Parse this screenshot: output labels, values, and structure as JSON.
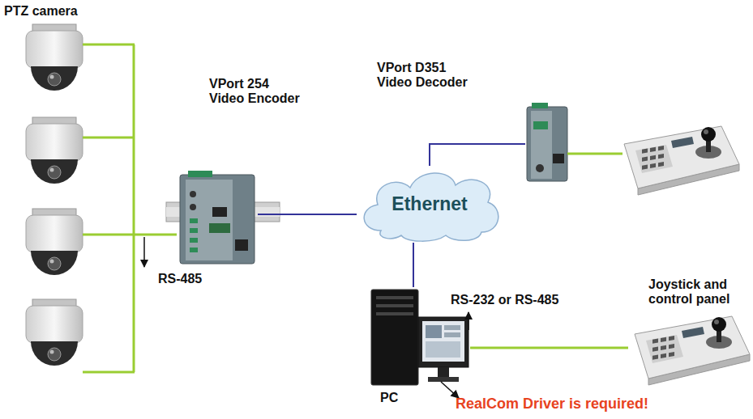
{
  "diagram": {
    "nodes": [
      {
        "text": [
          "PTZ camera"
        ]
      },
      {
        "text": [
          "VPort 254 Video Encoder"
        ]
      },
      {
        "text": [
          "VPort D351 Video Decoder"
        ]
      },
      {
        "text": [
          "Ethernet"
        ]
      },
      {
        "text": [
          "PC"
        ]
      },
      {
        "text": [
          "Joystick and control panel"
        ]
      }
    ],
    "edges": [
      {
        "from": 0,
        "to": 1,
        "arrow": "none"
      },
      {
        "from": 1,
        "to": 3,
        "arrow": "none"
      },
      {
        "from": 3,
        "to": 2,
        "arrow": "none"
      },
      {
        "from": 3,
        "to": 4,
        "arrow": "none"
      },
      {
        "from": 4,
        "to": 5,
        "arrow": "none"
      }
    ],
    "labels": [
      "RS-485",
      "RS-232 or RS-485",
      "RealCom Driver is required!"
    ]
  }
}
